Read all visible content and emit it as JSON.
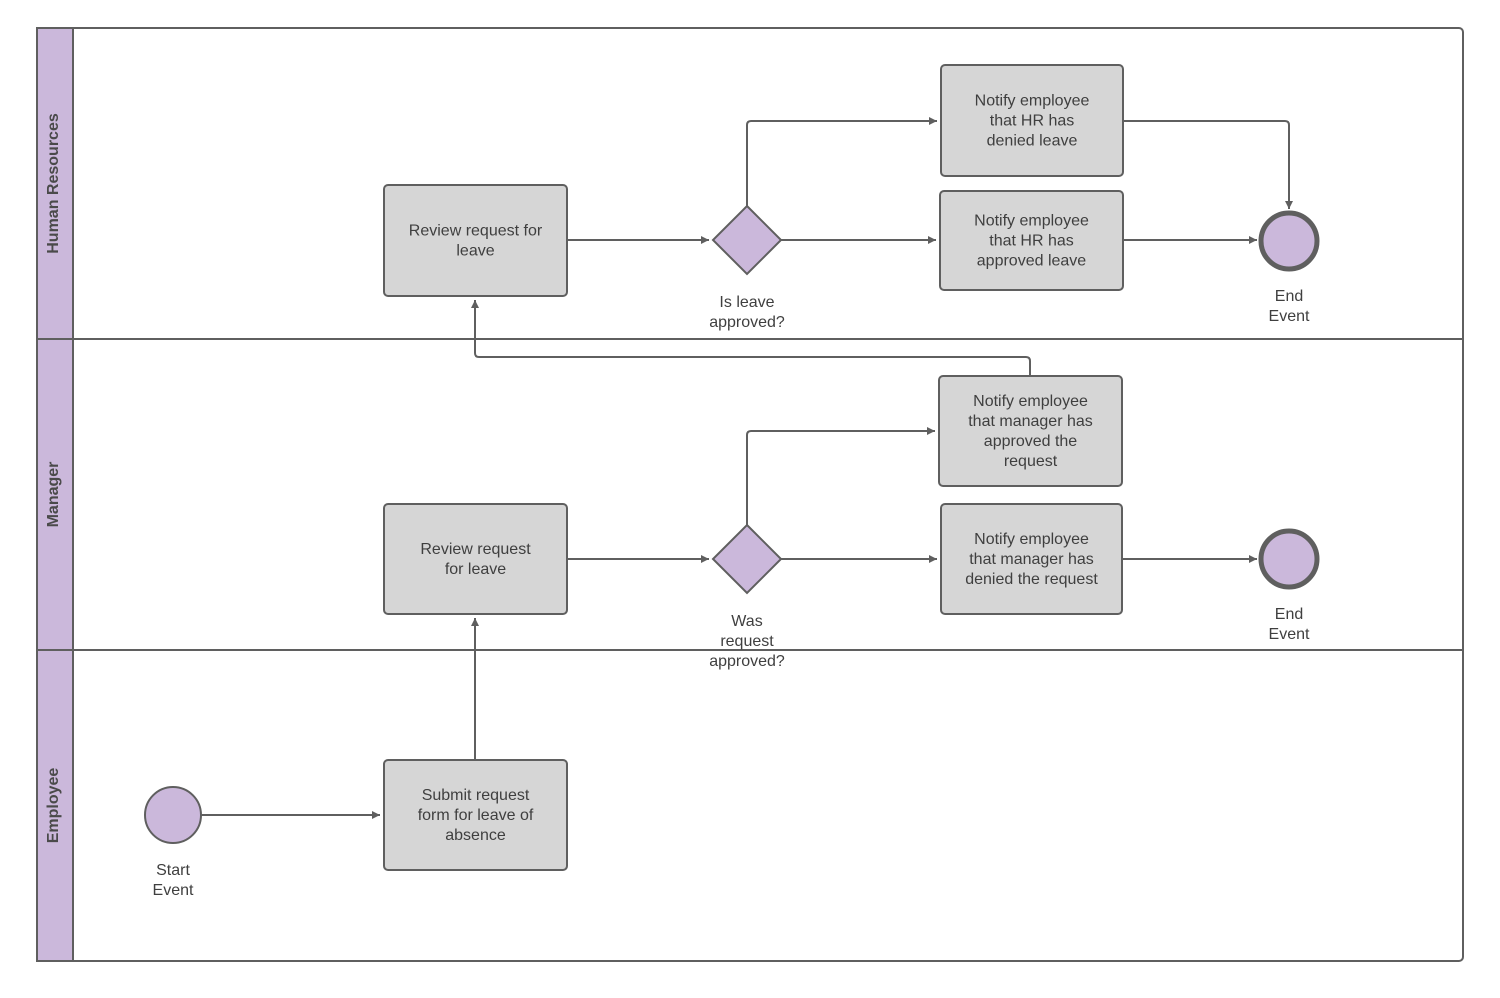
{
  "colors": {
    "lane_fill": "#cbb8db",
    "task_fill": "#d6d6d6",
    "stroke": "#5f5f5f",
    "text": "#3f3f3f"
  },
  "lanes": [
    {
      "id": "hr",
      "label": "Human Resources"
    },
    {
      "id": "manager",
      "label": "Manager"
    },
    {
      "id": "employee",
      "label": "Employee"
    }
  ],
  "nodes": {
    "hr_review": {
      "type": "task",
      "lines": [
        "Review request for",
        "leave"
      ]
    },
    "hr_gateway": {
      "type": "gateway",
      "lines": [
        "Is leave",
        "approved?"
      ]
    },
    "hr_denied": {
      "type": "task",
      "lines": [
        "Notify employee",
        "that HR has",
        "denied leave"
      ]
    },
    "hr_approved": {
      "type": "task",
      "lines": [
        "Notify employee",
        "that HR has",
        "approved leave"
      ]
    },
    "hr_end": {
      "type": "end",
      "lines": [
        "End",
        "Event"
      ]
    },
    "mgr_approved": {
      "type": "task",
      "lines": [
        "Notify employee",
        "that manager has",
        "approved the",
        "request"
      ]
    },
    "mgr_review": {
      "type": "task",
      "lines": [
        "Review request",
        "for leave"
      ]
    },
    "mgr_gateway": {
      "type": "gateway",
      "lines": [
        "Was",
        "request",
        "approved?"
      ]
    },
    "mgr_denied": {
      "type": "task",
      "lines": [
        "Notify employee",
        "that manager has",
        "denied the request"
      ]
    },
    "mgr_end": {
      "type": "end",
      "lines": [
        "End",
        "Event"
      ]
    },
    "emp_start": {
      "type": "start",
      "lines": [
        "Start",
        "Event"
      ]
    },
    "emp_submit": {
      "type": "task",
      "lines": [
        "Submit request",
        "form for leave of",
        "absence"
      ]
    }
  },
  "edges": [
    [
      "emp_start",
      "emp_submit"
    ],
    [
      "emp_submit",
      "mgr_review"
    ],
    [
      "mgr_review",
      "mgr_gateway"
    ],
    [
      "mgr_gateway",
      "mgr_approved"
    ],
    [
      "mgr_gateway",
      "mgr_denied"
    ],
    [
      "mgr_denied",
      "mgr_end"
    ],
    [
      "mgr_approved",
      "hr_review"
    ],
    [
      "hr_review",
      "hr_gateway"
    ],
    [
      "hr_gateway",
      "hr_denied"
    ],
    [
      "hr_gateway",
      "hr_approved"
    ],
    [
      "hr_approved",
      "hr_end"
    ],
    [
      "hr_denied",
      "hr_end"
    ]
  ]
}
